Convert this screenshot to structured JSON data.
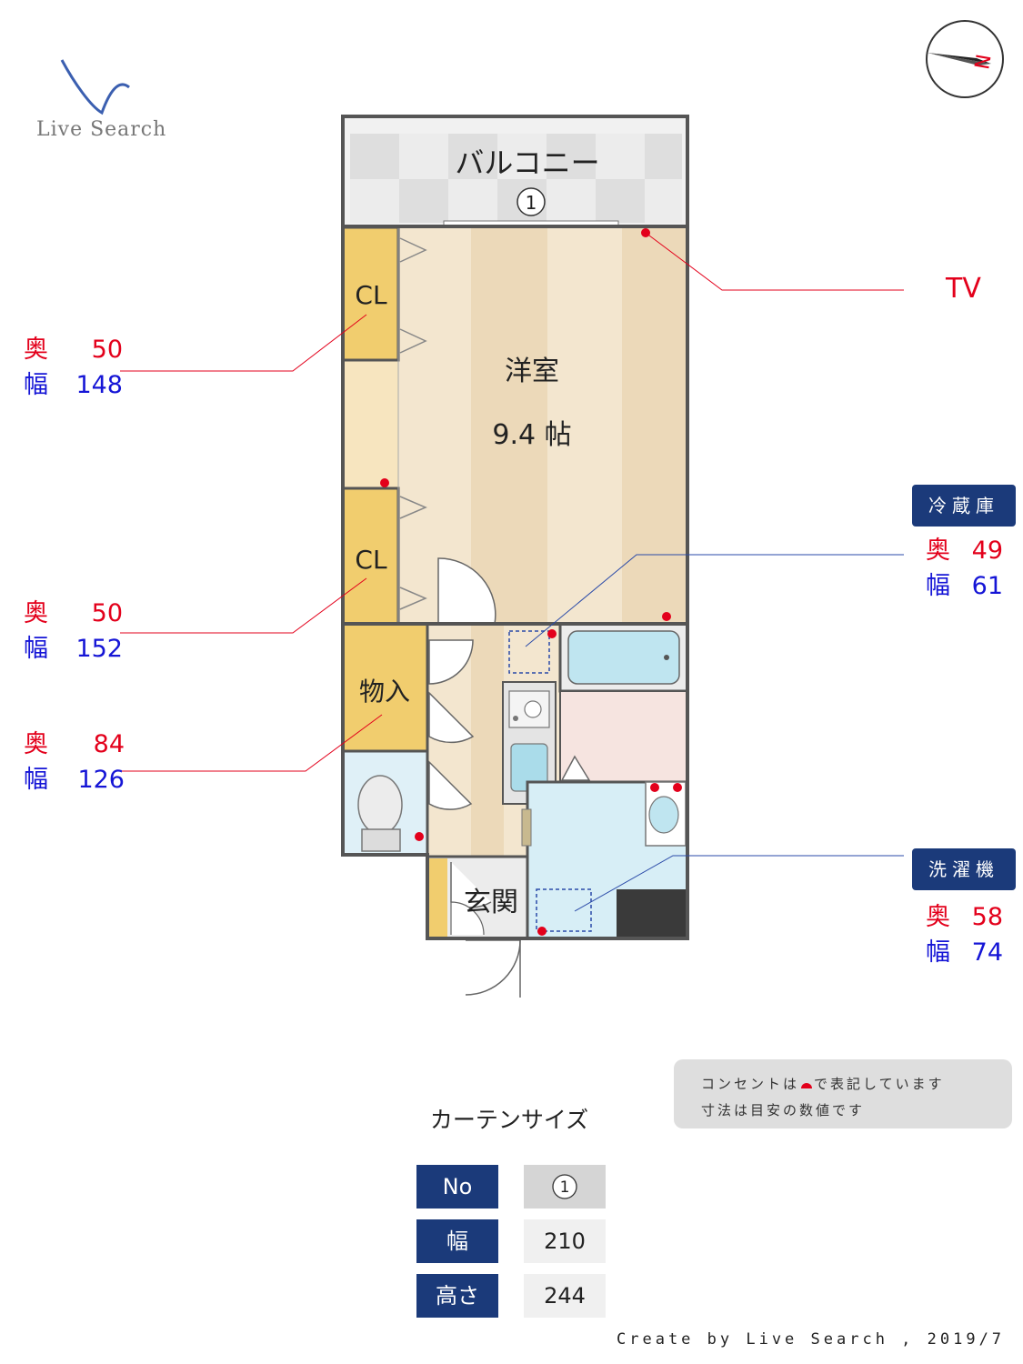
{
  "brand": {
    "name": "Live Search"
  },
  "compass": {
    "label": "N"
  },
  "plan": {
    "balcony": "バルコニー",
    "main_room": "洋室",
    "main_room_size": "9.4 帖",
    "closet_1": "CL",
    "closet_2": "CL",
    "storage": "物入",
    "entrance": "玄関",
    "window_marker": "1"
  },
  "callouts": {
    "tv": "TV",
    "closet_1": {
      "depth_label": "奥",
      "depth": "50",
      "width_label": "幅",
      "width": "148"
    },
    "closet_2": {
      "depth_label": "奥",
      "depth": "50",
      "width_label": "幅",
      "width": "152"
    },
    "storage": {
      "depth_label": "奥",
      "depth": "84",
      "width_label": "幅",
      "width": "126"
    },
    "fridge": {
      "title": "冷蔵庫",
      "depth_label": "奥",
      "depth": "49",
      "width_label": "幅",
      "width": "61"
    },
    "washer": {
      "title": "洗濯機",
      "depth_label": "奥",
      "depth": "58",
      "width_label": "幅",
      "width": "74"
    }
  },
  "colors": {
    "outlet": "#e3001b",
    "depth": "#e3001b",
    "width": "#1515d6",
    "tag_bg": "#1b3a7a"
  },
  "note": {
    "line1_before": "コンセントは",
    "line1_after": "で表記しています",
    "line2": "寸法は目安の数値です"
  },
  "curtain": {
    "title": "カーテンサイズ",
    "headers": {
      "no": "No",
      "width": "幅",
      "height": "高さ"
    },
    "values": {
      "no": "1",
      "width": "210",
      "height": "244"
    }
  },
  "credit": "Create by Live Search , 2019/7"
}
